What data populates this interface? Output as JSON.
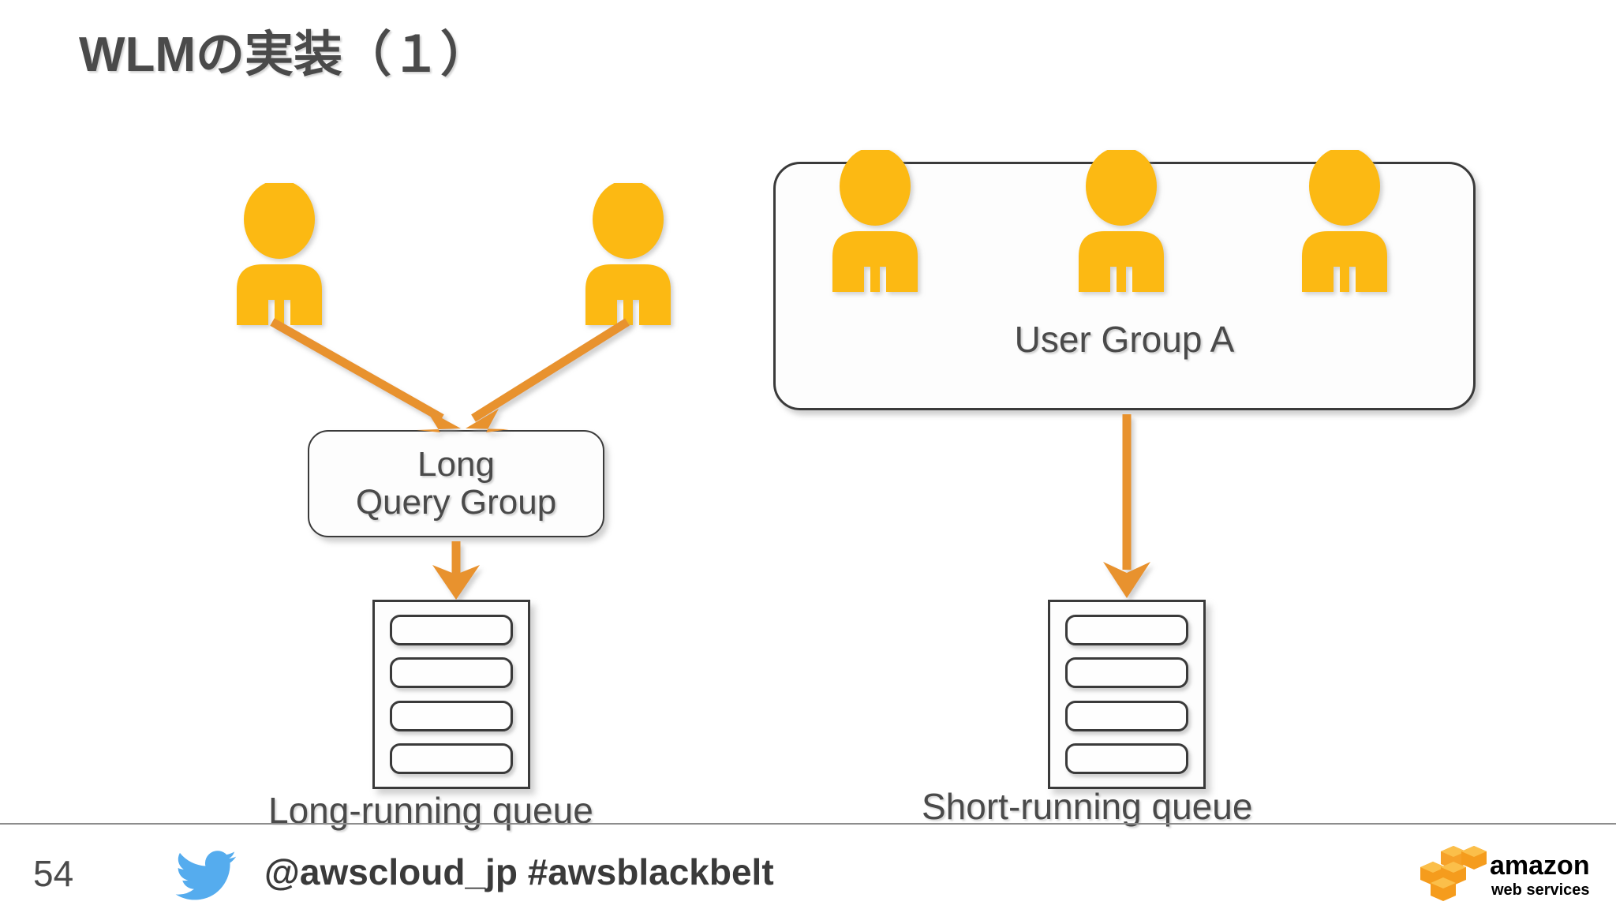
{
  "slide": {
    "title": "WLMの実装（１）",
    "page_number": "54",
    "accent_colors": {
      "person_yellow": "#FCB913",
      "arrow_orange": "#E8922E",
      "text_gray": "#4A4A4A",
      "border_gray": "#3A3A3A",
      "twitter_blue": "#55ACEE",
      "aws_orange": "#F59C1D"
    }
  },
  "left_column": {
    "users": [
      {
        "name": "user-icon-1"
      },
      {
        "name": "user-icon-2"
      }
    ],
    "query_group": {
      "line1": "Long",
      "line2": "Query Group"
    },
    "queue": {
      "caption": "Long-running queue",
      "slots": [
        "",
        "",
        "",
        ""
      ]
    }
  },
  "right_column": {
    "user_group": {
      "label": "User Group A",
      "users": [
        {
          "name": "user-icon-3"
        },
        {
          "name": "user-icon-4"
        },
        {
          "name": "user-icon-5"
        }
      ]
    },
    "queue": {
      "caption": "Short-running queue",
      "slots": [
        "",
        "",
        "",
        ""
      ]
    }
  },
  "footer": {
    "page_number": "54",
    "social_handle": "@awscloud_jp #awsblackbelt",
    "twitter_icon": "twitter-bird-icon",
    "logo": {
      "brand": "amazon",
      "tagline": "web services"
    }
  }
}
